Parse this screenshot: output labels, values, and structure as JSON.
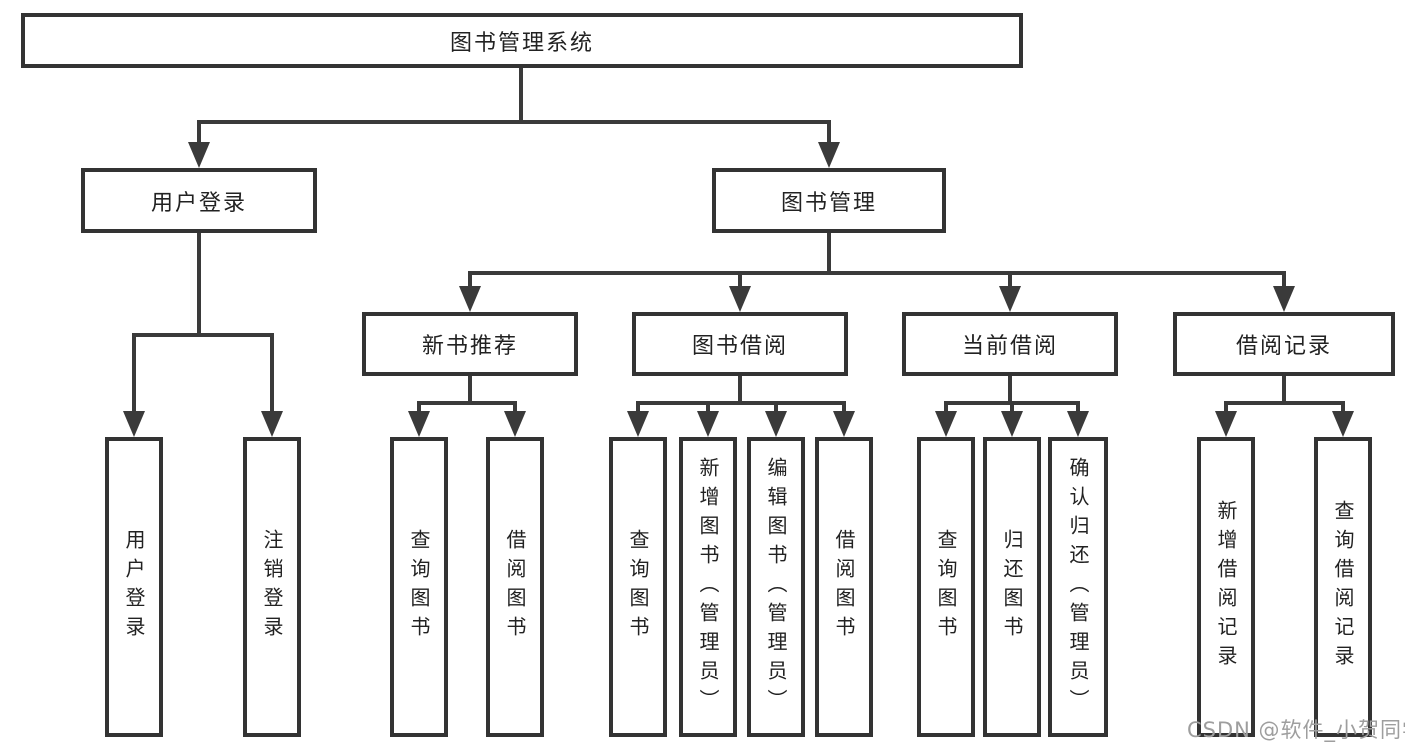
{
  "diagram": {
    "type": "hierarchy",
    "root": {
      "label": "图书管理系统"
    },
    "level2": {
      "user_login": {
        "label": "用户登录"
      },
      "book_management": {
        "label": "图书管理"
      }
    },
    "level3": {
      "new_book_recommend": {
        "label": "新书推荐"
      },
      "book_borrow": {
        "label": "图书借阅"
      },
      "current_borrow": {
        "label": "当前借阅"
      },
      "borrow_records": {
        "label": "借阅记录"
      }
    },
    "leaves": {
      "user_login": [
        "用户登录",
        "注销登录"
      ],
      "new_book_recommend": [
        "查询图书",
        "借阅图书"
      ],
      "book_borrow": [
        "查询图书",
        "新增图书（管理员）",
        "编辑图书（管理员）",
        "借阅图书"
      ],
      "current_borrow": [
        "查询图书",
        "归还图书",
        "确认归还（管理员）"
      ],
      "borrow_records": [
        "新增借阅记录",
        "查询借阅记录"
      ]
    },
    "colors": {
      "line": "#3a3a3a",
      "border": "#333333",
      "text": "#222222",
      "background": "#ffffff",
      "watermark": "#9e9e9e"
    }
  },
  "watermark": {
    "text": "CSDN @软件_小贺同学"
  }
}
